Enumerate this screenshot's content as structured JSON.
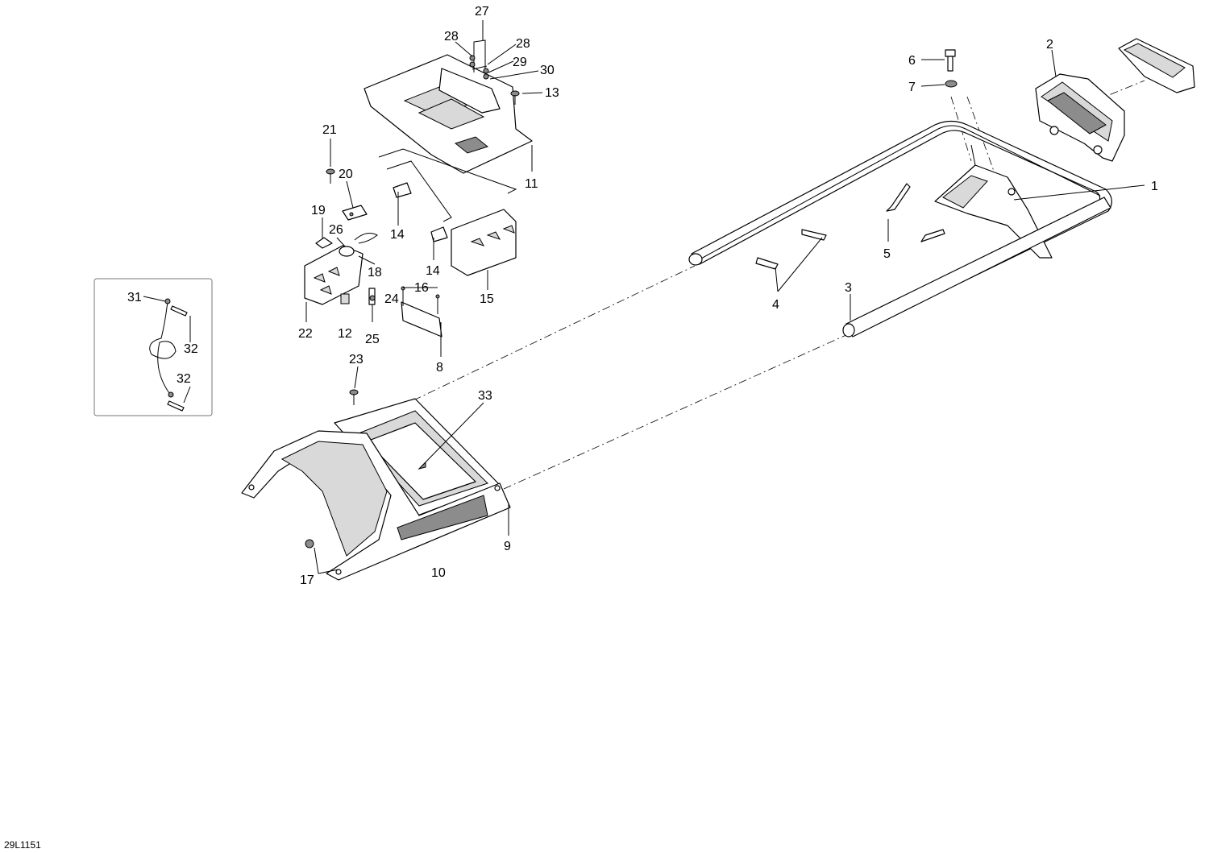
{
  "diagram_code": "29L1151",
  "callouts": [
    {
      "id": "c1",
      "text": "1"
    },
    {
      "id": "c2",
      "text": "2"
    },
    {
      "id": "c3",
      "text": "3"
    },
    {
      "id": "c4",
      "text": "4"
    },
    {
      "id": "c5",
      "text": "5"
    },
    {
      "id": "c6",
      "text": "6"
    },
    {
      "id": "c7",
      "text": "7"
    },
    {
      "id": "c8",
      "text": "8"
    },
    {
      "id": "c9",
      "text": "9"
    },
    {
      "id": "c10",
      "text": "10"
    },
    {
      "id": "c11",
      "text": "11"
    },
    {
      "id": "c12",
      "text": "12"
    },
    {
      "id": "c13",
      "text": "13"
    },
    {
      "id": "c14a",
      "text": "14"
    },
    {
      "id": "c14b",
      "text": "14"
    },
    {
      "id": "c15",
      "text": "15"
    },
    {
      "id": "c16",
      "text": "16"
    },
    {
      "id": "c17",
      "text": "17"
    },
    {
      "id": "c18",
      "text": "18"
    },
    {
      "id": "c19",
      "text": "19"
    },
    {
      "id": "c20",
      "text": "20"
    },
    {
      "id": "c21",
      "text": "21"
    },
    {
      "id": "c22",
      "text": "22"
    },
    {
      "id": "c23",
      "text": "23"
    },
    {
      "id": "c24",
      "text": "24"
    },
    {
      "id": "c25",
      "text": "25"
    },
    {
      "id": "c26",
      "text": "26"
    },
    {
      "id": "c27",
      "text": "27"
    },
    {
      "id": "c28a",
      "text": "28"
    },
    {
      "id": "c28b",
      "text": "28"
    },
    {
      "id": "c29",
      "text": "29"
    },
    {
      "id": "c30",
      "text": "30"
    },
    {
      "id": "c31",
      "text": "31"
    },
    {
      "id": "c32a",
      "text": "32"
    },
    {
      "id": "c32b",
      "text": "32"
    },
    {
      "id": "c33",
      "text": "33"
    }
  ]
}
